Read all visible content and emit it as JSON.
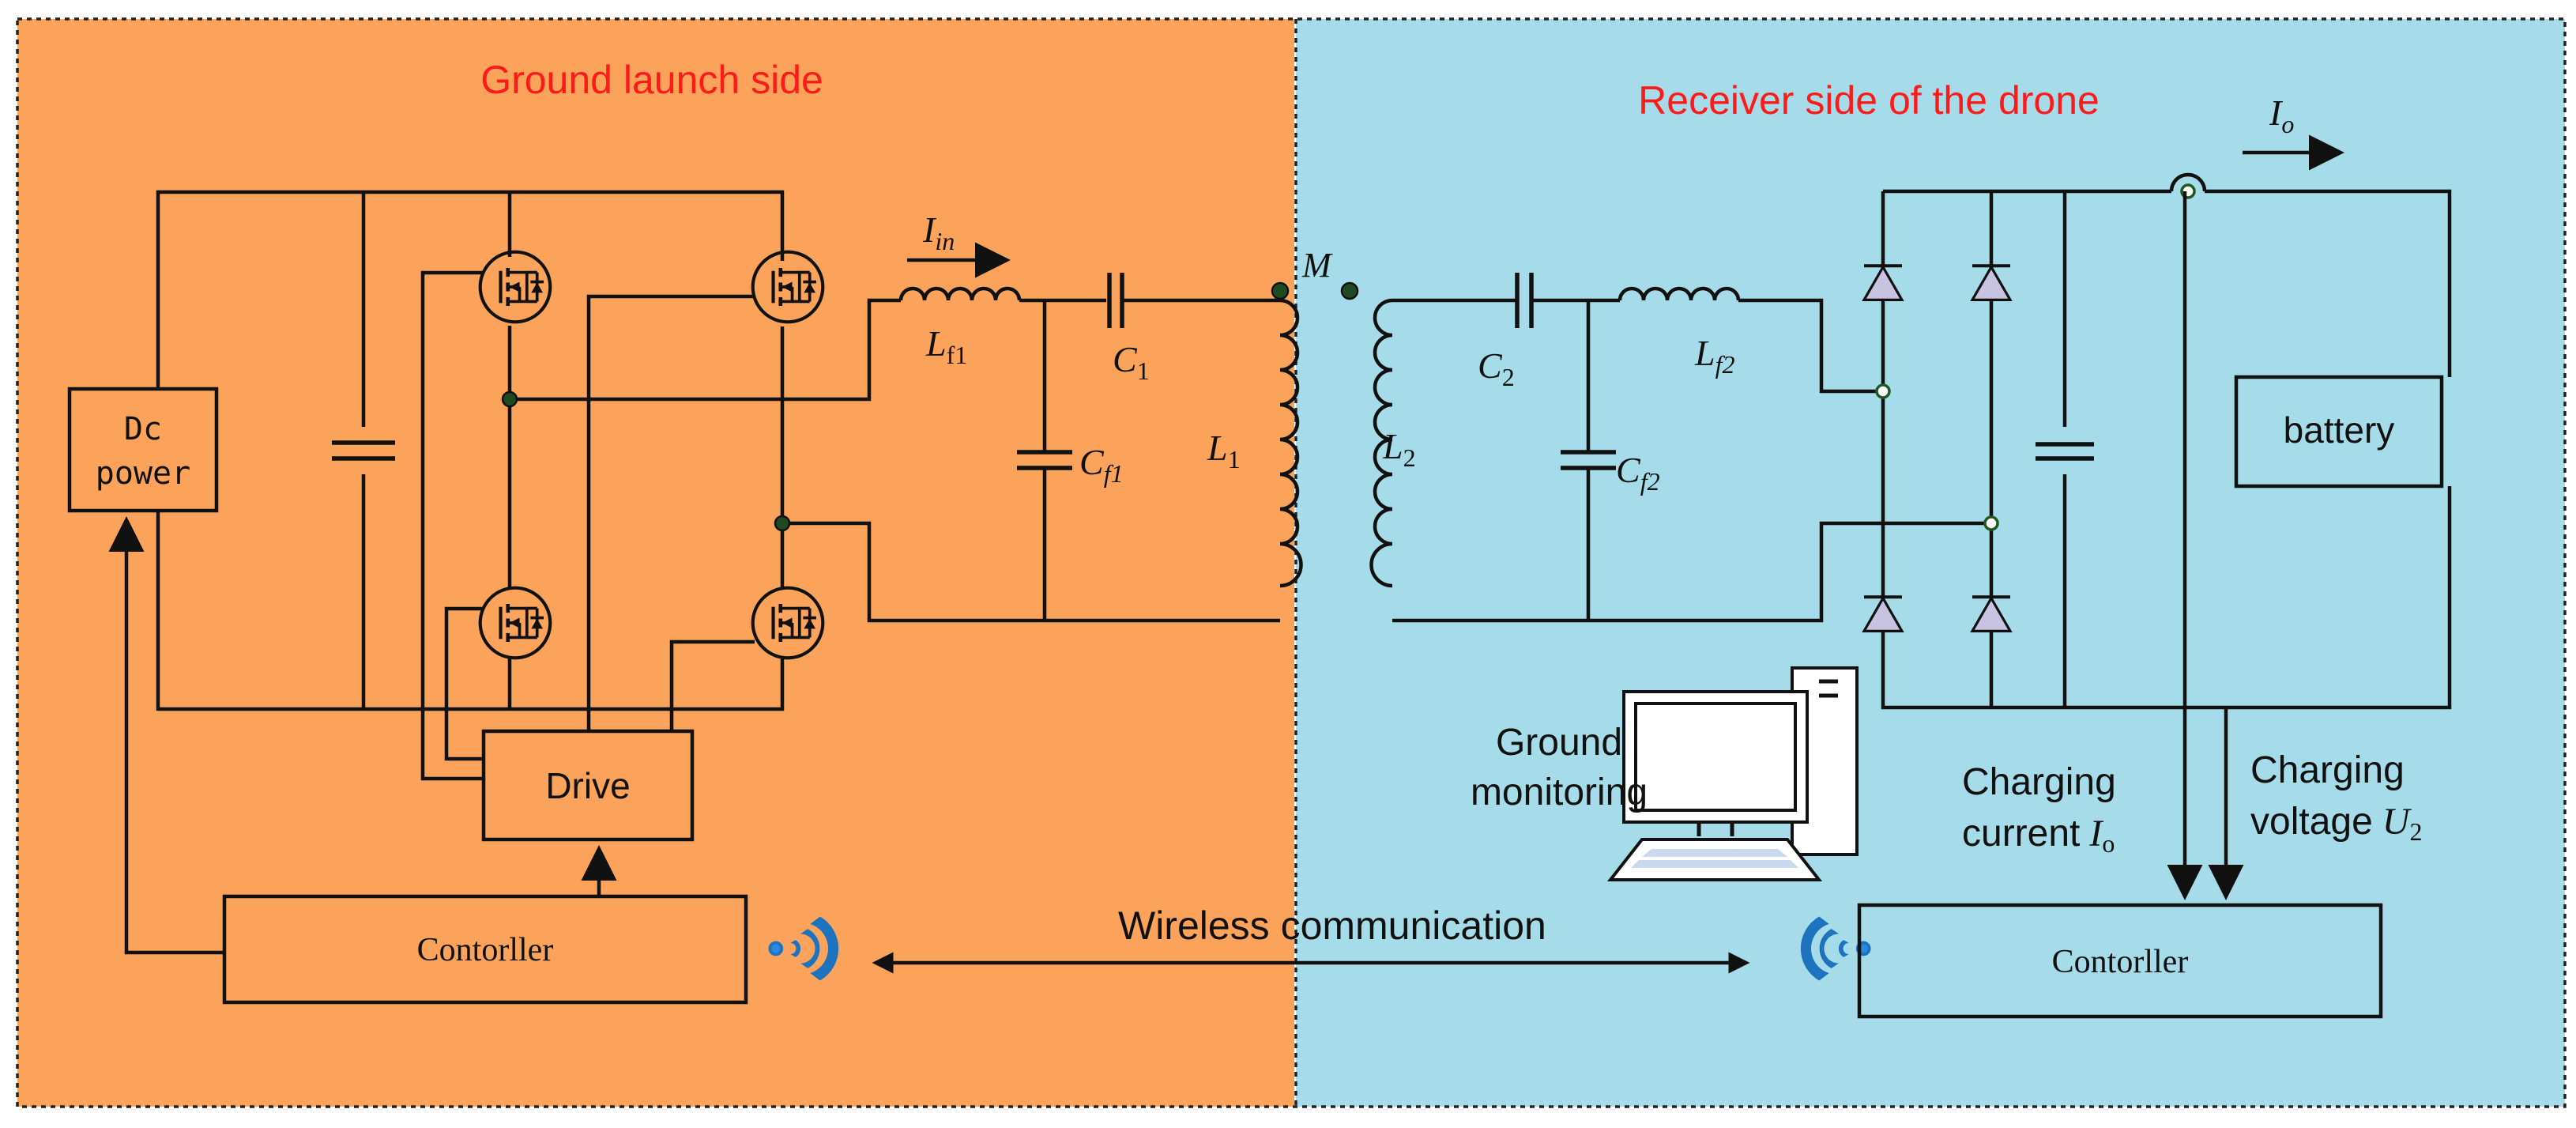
{
  "colors": {
    "ground_side_bg": "#fba35b",
    "receiver_side_bg": "#a6dce9",
    "title_red": "#ff1a1a",
    "wifi_blue": "#1e73be",
    "diode_fill": "#c7c3e0"
  },
  "ground_side": {
    "title": "Ground launch side",
    "dc_power_line1": "Dc",
    "dc_power_line2": "power",
    "drive": "Drive",
    "controller": "Contorller"
  },
  "receiver_side": {
    "title": "Receiver side of the drone",
    "battery": "battery",
    "controller": "Contorller",
    "monitoring_line1": "Ground",
    "monitoring_line2": "monitoring",
    "charging_current_line1": "Charging",
    "charging_current_line2": "current",
    "charging_voltage_line1": "Charging",
    "charging_voltage_line2": "voltage"
  },
  "wireless_label": "Wireless communication",
  "symbols": {
    "iin_main": "I",
    "iin_sub": "in",
    "lf1_main": "L",
    "lf1_sub": "f1",
    "c1_main": "C",
    "c1_sub": "1",
    "cf1_main": "C",
    "cf1_sub": "f1",
    "l1_main": "L",
    "l1_sub": "1",
    "m": "M",
    "l2_main": "L",
    "l2_sub": "2",
    "c2_main": "C",
    "c2_sub": "2",
    "lf2_main": "L",
    "lf2_sub": "f2",
    "cf2_main": "C",
    "cf2_sub": "f2",
    "io_main": "I",
    "io_sub": "o",
    "io2_main": "I",
    "io2_sub": "o",
    "u2_main": "U",
    "u2_sub": "2"
  },
  "icons": [
    "mosfet-icon",
    "diode-icon",
    "capacitor-icon",
    "inductor-icon",
    "wifi-signal-icon",
    "computer-icon",
    "arrow-icon"
  ]
}
